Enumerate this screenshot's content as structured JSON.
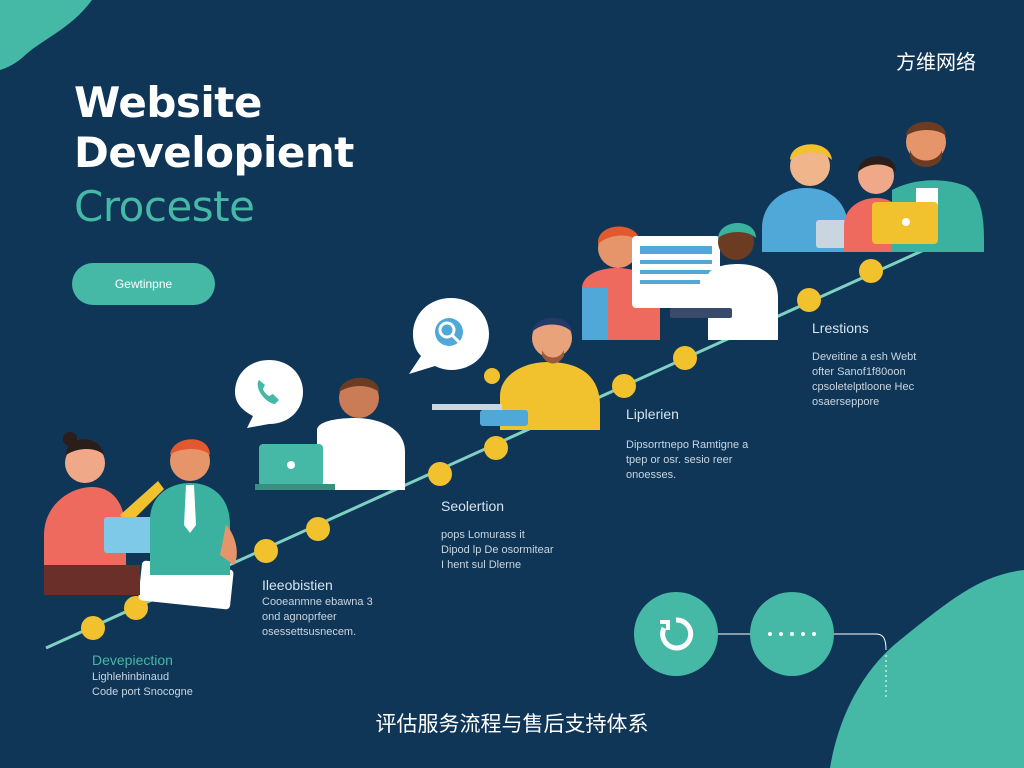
{
  "brand": "方维网络",
  "title": {
    "line1": "Website",
    "line2": "Developient",
    "line3": "Croceste"
  },
  "cta_button": "Gewtinpne",
  "stages": [
    {
      "label": "Devepiection",
      "lines": [
        "Lighlehinbinaud",
        "Code port Snocogne"
      ]
    },
    {
      "label": "Ileeobistien",
      "lines": [
        "Cooeanmne ebawna 3",
        "ond agnoprfeer",
        "osessettsusnecem."
      ]
    },
    {
      "label": "Seolertion",
      "lines": [
        "pops Lomurass it",
        "Dipod lp De osormitear",
        "I hent sul Dlerne"
      ]
    },
    {
      "label": "Liplerien",
      "lines": [
        "Dipsorrtnepo Ramtigne a",
        "tpep or osr. sesio reer",
        "onoesses."
      ]
    },
    {
      "label": "Lrestions",
      "lines": [
        "Deveitine a esh Webt",
        "ofter Sanof1f80oon",
        "",
        "cpsoletelptloone Hec",
        "osaerseppore"
      ]
    }
  ],
  "caption": "评估服务流程与售后支持体系",
  "icons": {
    "phone_bubble": "phone-icon",
    "search_bubble": "search-icon",
    "refresh_circle": "refresh-icon",
    "dots_circle": "more-dots-icon"
  },
  "colors": {
    "background": "#0f3557",
    "accent": "#46b8a6",
    "timeline_node": "#f2c12e",
    "text": "#ffffff"
  }
}
